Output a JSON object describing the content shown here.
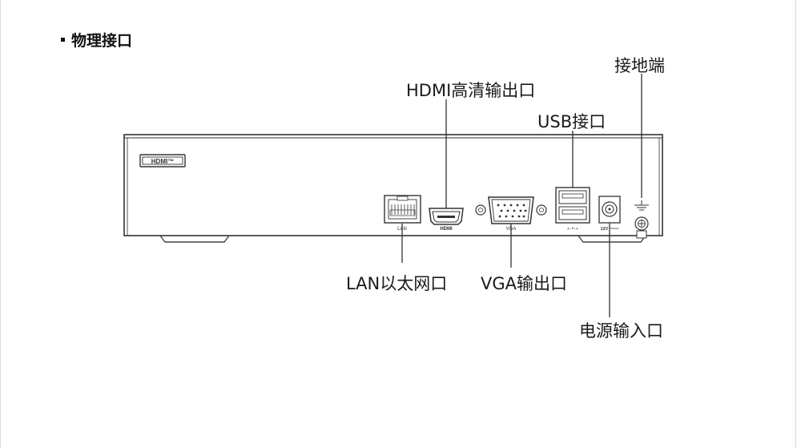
{
  "section": {
    "title": "物理接口"
  },
  "device": {
    "logo_text": "HDMI™",
    "port_labels": {
      "lan": "LAN",
      "hdmi": "HDMI",
      "vga": "VGA",
      "usb": "⇠•⇢",
      "power": "12V ═══"
    }
  },
  "callouts": {
    "ground": "接地端",
    "hdmi": "HDMI高清输出口",
    "usb": "USB接口",
    "lan": "LAN以太网口",
    "vga": "VGA输出口",
    "power": "电源输入口"
  }
}
